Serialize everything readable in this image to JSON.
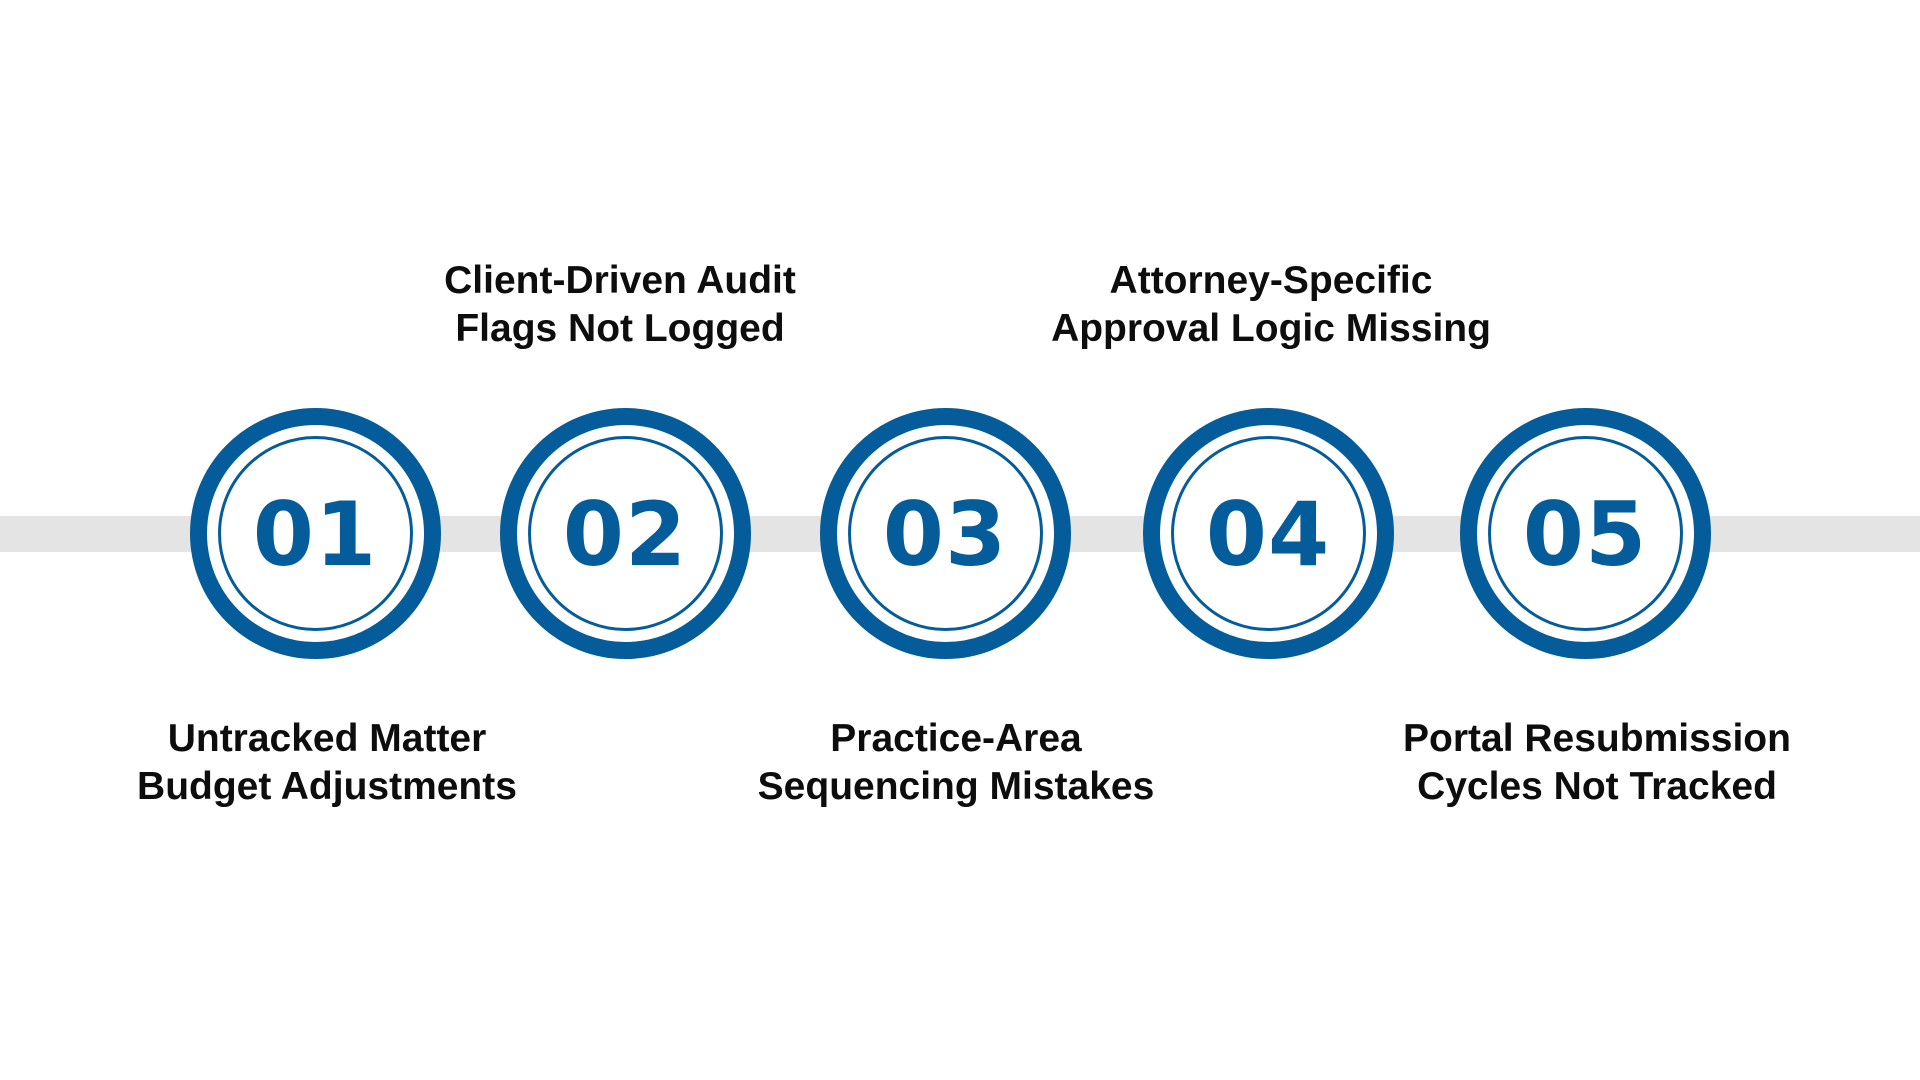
{
  "diagram": {
    "type": "numbered-process-timeline",
    "colors": {
      "accent": "#045d9a",
      "track": "#e4e4e4",
      "text": "#0d0d0d",
      "background": "#ffffff"
    },
    "steps": [
      {
        "number": "01",
        "label_position": "bottom",
        "label_lines": [
          "Untracked Matter",
          "Budget Adjustments"
        ]
      },
      {
        "number": "02",
        "label_position": "top",
        "label_lines": [
          "Client-Driven Audit",
          "Flags Not Logged"
        ]
      },
      {
        "number": "03",
        "label_position": "bottom",
        "label_lines": [
          "Practice-Area",
          "Sequencing Mistakes"
        ]
      },
      {
        "number": "04",
        "label_position": "top",
        "label_lines": [
          "Attorney-Specific",
          "Approval Logic Missing"
        ]
      },
      {
        "number": "05",
        "label_position": "bottom",
        "label_lines": [
          "Portal Resubmission",
          "Cycles Not Tracked"
        ]
      }
    ]
  }
}
